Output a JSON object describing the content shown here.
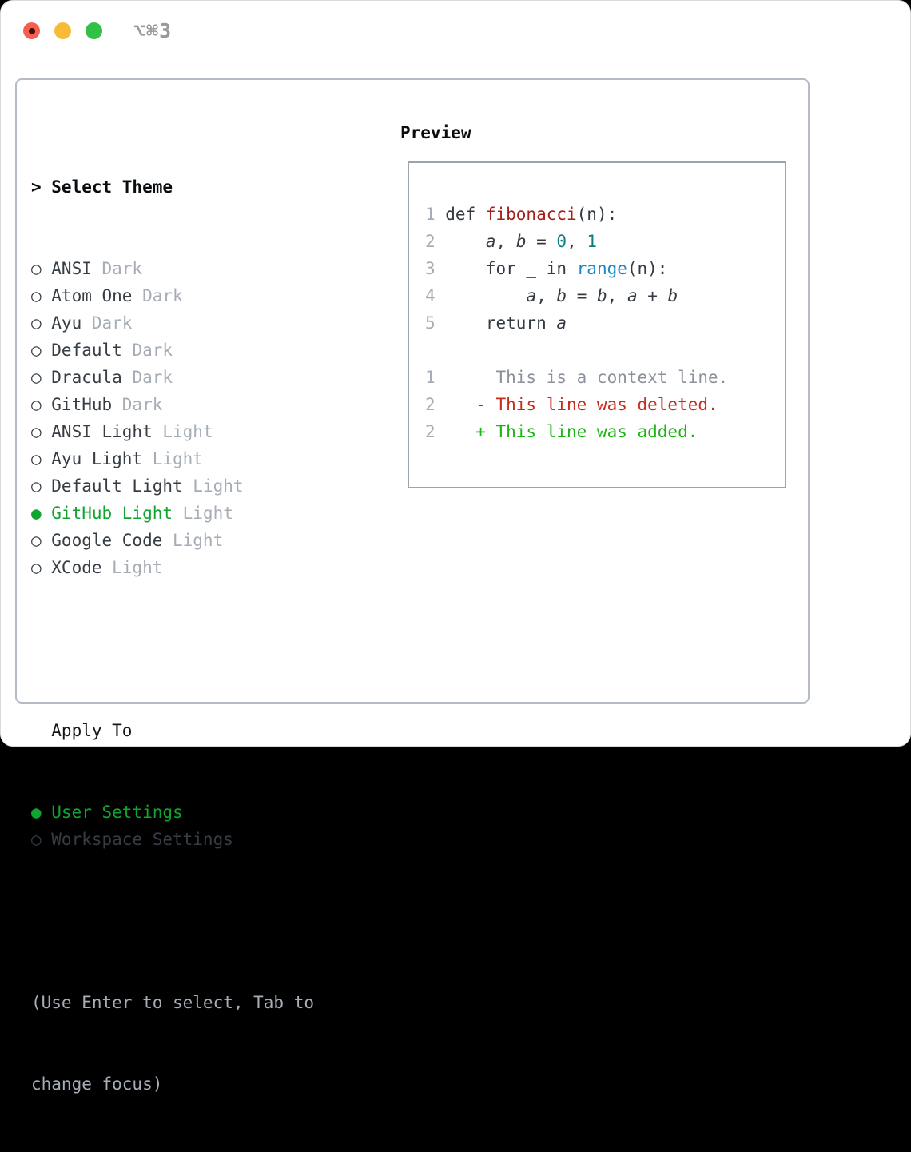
{
  "window": {
    "title": "⌥⌘3"
  },
  "list": {
    "cursor": ">",
    "title": "Select Theme",
    "bullet_selected": "●",
    "bullet_unselected": "○",
    "themes": [
      {
        "name": "ANSI",
        "tag": "Dark",
        "selected": false
      },
      {
        "name": "Atom One",
        "tag": "Dark",
        "selected": false
      },
      {
        "name": "Ayu",
        "tag": "Dark",
        "selected": false
      },
      {
        "name": "Default",
        "tag": "Dark",
        "selected": false
      },
      {
        "name": "Dracula",
        "tag": "Dark",
        "selected": false
      },
      {
        "name": "GitHub",
        "tag": "Dark",
        "selected": false
      },
      {
        "name": "ANSI Light",
        "tag": "Light",
        "selected": false
      },
      {
        "name": "Ayu Light",
        "tag": "Light",
        "selected": false
      },
      {
        "name": "Default Light",
        "tag": "Light",
        "selected": false
      },
      {
        "name": "GitHub Light",
        "tag": "Light",
        "selected": true
      },
      {
        "name": "Google Code",
        "tag": "Light",
        "selected": false
      },
      {
        "name": "XCode",
        "tag": "Light",
        "selected": false
      }
    ],
    "apply_header": "Apply To",
    "apply_options": [
      {
        "label": "User Settings",
        "selected": true
      },
      {
        "label": "Workspace Settings",
        "selected": false
      }
    ],
    "hint_lines": [
      "(Use Enter to select, Tab to",
      "change focus)"
    ]
  },
  "preview": {
    "title": "Preview",
    "code_lines": [
      {
        "num": "1",
        "segs": [
          [
            "def ",
            "plain"
          ],
          [
            "fibonacci",
            "func"
          ],
          [
            "(n):",
            "plain"
          ]
        ]
      },
      {
        "num": "2",
        "segs": [
          [
            "    ",
            "plain"
          ],
          [
            "a",
            "var"
          ],
          [
            ", ",
            "plain"
          ],
          [
            "b",
            "var"
          ],
          [
            " = ",
            "plain"
          ],
          [
            "0",
            "number"
          ],
          [
            ", ",
            "plain"
          ],
          [
            "1",
            "number"
          ]
        ]
      },
      {
        "num": "3",
        "segs": [
          [
            "    for _ in ",
            "plain"
          ],
          [
            "range",
            "builtin"
          ],
          [
            "(n):",
            "plain"
          ]
        ]
      },
      {
        "num": "4",
        "segs": [
          [
            "        ",
            "plain"
          ],
          [
            "a",
            "var"
          ],
          [
            ", ",
            "plain"
          ],
          [
            "b",
            "var"
          ],
          [
            " = ",
            "plain"
          ],
          [
            "b",
            "var"
          ],
          [
            ", ",
            "plain"
          ],
          [
            "a",
            "var"
          ],
          [
            " + ",
            "plain"
          ],
          [
            "b",
            "var"
          ]
        ]
      },
      {
        "num": "5",
        "segs": [
          [
            "    return ",
            "plain"
          ],
          [
            "a",
            "var"
          ]
        ]
      },
      {
        "num": "",
        "segs": []
      },
      {
        "num": "1",
        "segs": [
          [
            "     This is a context line.",
            "context"
          ]
        ]
      },
      {
        "num": "2",
        "segs": [
          [
            "   ",
            "plain"
          ],
          [
            "- This line was deleted.",
            "deleted"
          ]
        ]
      },
      {
        "num": "2",
        "segs": [
          [
            "   ",
            "plain"
          ],
          [
            "+ This line was added.",
            "added"
          ]
        ]
      }
    ]
  },
  "colors": {
    "selection_green": "#10a52f",
    "added_green": "#1eb414",
    "deleted_red": "#c62d1a",
    "function_red": "#a51f1a",
    "number_teal": "#0d7d84",
    "builtin_blue": "#1787c9",
    "text_dark": "#363d45",
    "muted_gray": "#a6adb7",
    "context_gray": "#8b929b",
    "traffic_red": "#f45f52",
    "traffic_yellow": "#f8bb38",
    "traffic_green": "#31c146"
  }
}
